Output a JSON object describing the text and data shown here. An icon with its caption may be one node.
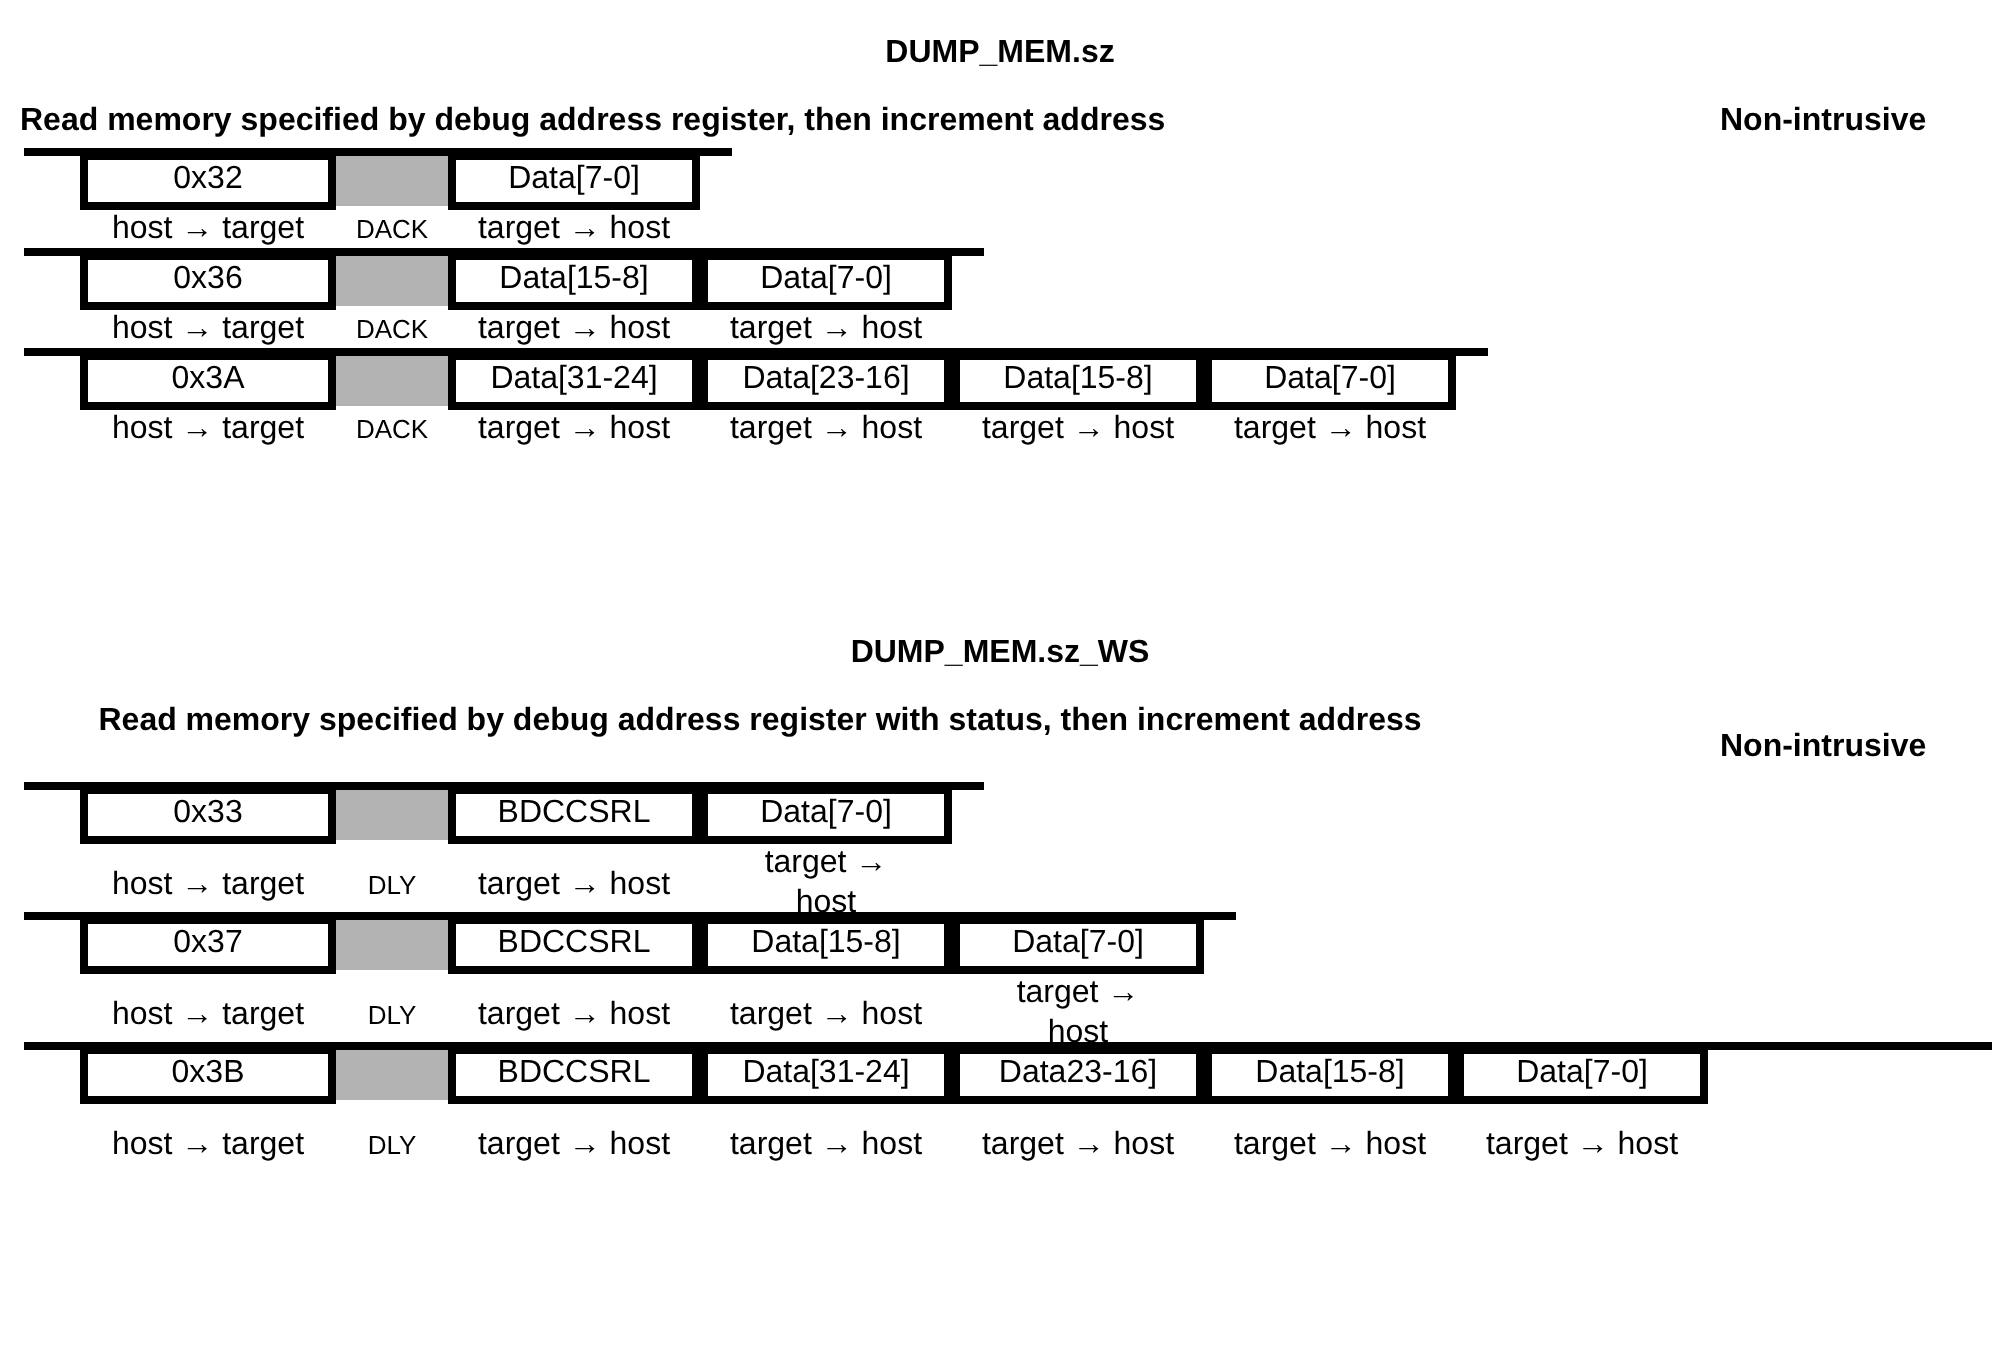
{
  "diagram": {
    "nodes": [
      {
        "text": [
          "0x32"
        ],
        "beside": [
          "host → target"
        ]
      },
      {
        "text": [],
        "shape": "box",
        "beside": [
          "DACK"
        ]
      },
      {
        "text": [
          "Data[7-0]"
        ],
        "beside": [
          "target → host"
        ]
      },
      {
        "text": [
          "0x36"
        ],
        "beside": [
          "host → target"
        ]
      },
      {
        "text": [],
        "shape": "box",
        "beside": [
          "DACK"
        ]
      },
      {
        "text": [
          "Data[15-8]"
        ],
        "beside": [
          "target → host"
        ]
      },
      {
        "text": [
          "Data[7-0]"
        ],
        "beside": [
          "target → host"
        ]
      },
      {
        "text": [
          "0x3A"
        ],
        "beside": [
          "host → target"
        ]
      },
      {
        "text": [],
        "shape": "box",
        "beside": [
          "DACK"
        ]
      },
      {
        "text": [
          "Data[31-24]"
        ],
        "beside": [
          "target → host"
        ]
      },
      {
        "text": [
          "Data[23-16]"
        ],
        "beside": [
          "target → host"
        ]
      },
      {
        "text": [
          "Data[15-8]"
        ],
        "beside": [
          "target → host"
        ]
      },
      {
        "text": [
          "Data[7-0]"
        ],
        "beside": [
          "target → host"
        ]
      },
      {
        "text": [
          "0x33"
        ],
        "beside": [
          "host → target"
        ]
      },
      {
        "text": [],
        "shape": "box",
        "beside": [
          "DLY"
        ]
      },
      {
        "text": [
          "BDCCSRL"
        ],
        "beside": [
          "target → host"
        ]
      },
      {
        "text": [
          "Data[7-0]"
        ],
        "beside": [
          "target → host"
        ]
      },
      {
        "text": [
          "0x37"
        ],
        "beside": [
          "host → target"
        ]
      },
      {
        "text": [],
        "shape": "box",
        "beside": [
          "DLY"
        ]
      },
      {
        "text": [
          "BDCCSRL"
        ],
        "beside": [
          "target → host"
        ]
      },
      {
        "text": [
          "Data[15-8]"
        ],
        "beside": [
          "target → host"
        ]
      },
      {
        "text": [
          "Data[7-0]"
        ],
        "beside": [
          "target → host"
        ]
      },
      {
        "text": [
          "0x3B"
        ],
        "beside": [
          "host → target"
        ]
      },
      {
        "text": [],
        "shape": "box",
        "beside": [
          "DLY"
        ]
      },
      {
        "text": [
          "BDCCSRL"
        ],
        "beside": [
          "target → host"
        ]
      },
      {
        "text": [
          "Data[31-24]"
        ],
        "beside": [
          "target → host"
        ]
      },
      {
        "text": [
          "Data23-16]"
        ],
        "beside": [
          "target → host"
        ]
      },
      {
        "text": [
          "Data[15-8]"
        ],
        "beside": [
          "target → host"
        ]
      },
      {
        "text": [
          "Data[7-0]"
        ],
        "beside": [
          "target → host"
        ]
      }
    ],
    "labels": [
      "DUMP_MEM.sz",
      "Read memory specified by debug address register, then increment address",
      "Non-intrusive",
      "DUMP_MEM.sz_WS",
      "Read memory specified by debug address register with status, then increment address",
      "Non-intrusive"
    ]
  }
}
